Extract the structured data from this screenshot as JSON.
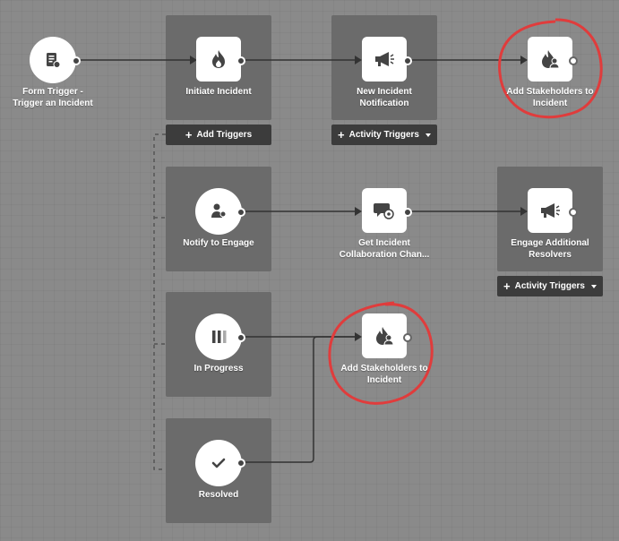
{
  "nodes": {
    "form_trigger": {
      "label_line1": "Form Trigger -",
      "label_line2": "Trigger an Incident",
      "icon": "form-icon"
    },
    "initiate_incident": {
      "label": "Initiate Incident",
      "icon": "flame-icon"
    },
    "new_incident_notification": {
      "label_line1": "New Incident",
      "label_line2": "Notification",
      "icon": "megaphone-icon"
    },
    "add_stakeholders_top": {
      "label_line1": "Add Stakeholders to",
      "label_line2": "Incident",
      "icon": "flame-user-icon"
    },
    "notify_to_engage": {
      "label": "Notify to Engage",
      "icon": "users-icon"
    },
    "get_collab_channel": {
      "label_line1": "Get Incident",
      "label_line2": "Collaboration Chan...",
      "icon": "chat-gear-icon"
    },
    "engage_additional": {
      "label_line1": "Engage Additional",
      "label_line2": "Resolvers",
      "icon": "megaphone-icon"
    },
    "in_progress": {
      "label": "In Progress",
      "icon": "pause-icon"
    },
    "add_stakeholders_mid": {
      "label_line1": "Add Stakeholders to",
      "label_line2": "Incident",
      "icon": "flame-user-icon"
    },
    "resolved": {
      "label": "Resolved",
      "icon": "check-icon"
    }
  },
  "buttons": {
    "add_triggers": "Add Triggers",
    "activity_triggers_1": "Activity Triggers",
    "activity_triggers_2": "Activity Triggers"
  },
  "colors": {
    "canvas": "#8a8a8a",
    "panel": "#6b6b6b",
    "button": "#3c3c3c",
    "highlight": "#e03c3c"
  }
}
